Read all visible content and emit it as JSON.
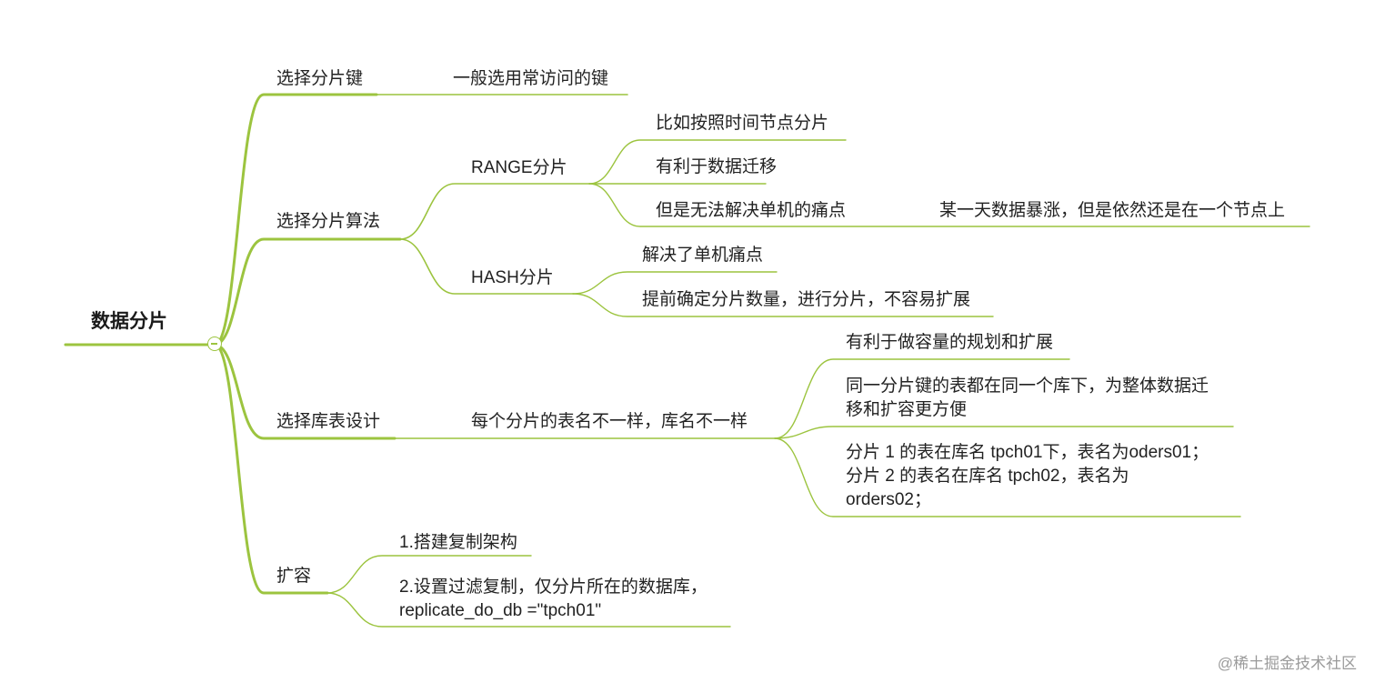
{
  "root": {
    "label": "数据分片"
  },
  "branches": {
    "shard_key": {
      "label": "选择分片键",
      "note": "一般选用常访问的键"
    },
    "algorithm": {
      "label": "选择分片算法",
      "range": {
        "label": "RANGE分片",
        "items": [
          "比如按照时间节点分片",
          "有利于数据迁移",
          "但是无法解决单机的痛点"
        ],
        "pain_detail": "某一天数据暴涨，但是依然还是在一个节点上"
      },
      "hash": {
        "label": "HASH分片",
        "items": [
          "解决了单机痛点",
          "提前确定分片数量，进行分片，不容易扩展"
        ]
      }
    },
    "table_design": {
      "label": "选择库表设计",
      "sub": "每个分片的表名不一样，库名不一样",
      "items": [
        [
          "有利于做容量的规划和扩展"
        ],
        [
          "同一分片键的表都在同一个库下，为整体数据迁",
          "移和扩容更方便"
        ],
        [
          "分片 1 的表在库名 tpch01下，表名为oders01；",
          "分片 2 的表名在库名 tpch02，表名为",
          "orders02；"
        ]
      ]
    },
    "expansion": {
      "label": "扩容",
      "items": [
        [
          "1.搭建复制架构"
        ],
        [
          "2.设置过滤复制，仅分片所在的数据库，",
          "replicate_do_db =\"tpch01\""
        ]
      ]
    }
  },
  "watermark": "@稀土掘金技术社区",
  "colors": {
    "line": "#9cc43f",
    "text": "#222222",
    "watermark": "#9a9a9a"
  }
}
